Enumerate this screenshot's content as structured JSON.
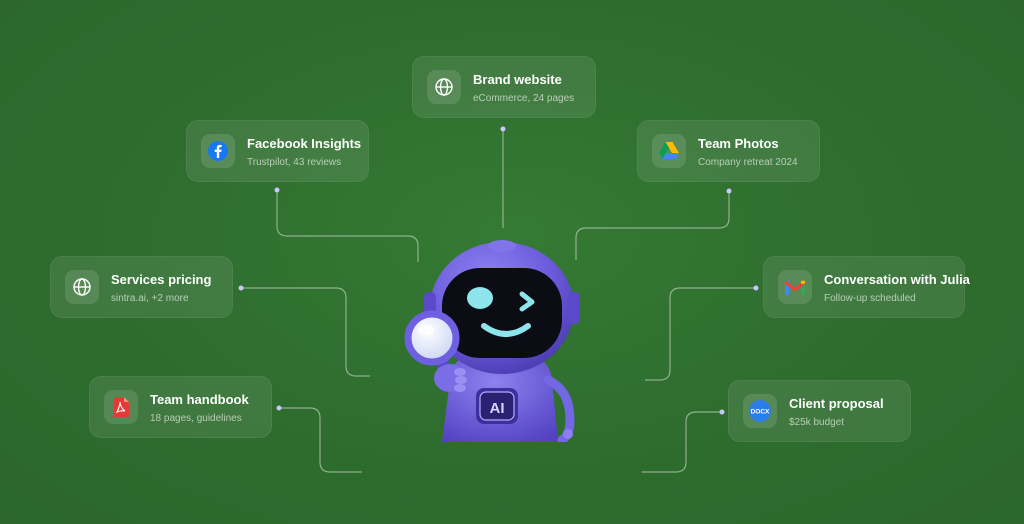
{
  "cards": {
    "brand": {
      "title": "Brand website",
      "subtitle": "eCommerce, 24 pages",
      "icon": "globe-icon"
    },
    "facebook": {
      "title": "Facebook Insights",
      "subtitle": "Trustpilot, 43 reviews",
      "icon": "facebook-icon"
    },
    "photos": {
      "title": "Team Photos",
      "subtitle": "Company retreat 2024",
      "icon": "google-drive-icon"
    },
    "pricing": {
      "title": "Services pricing",
      "subtitle": "sintra.ai, +2 more",
      "icon": "globe-icon"
    },
    "julia": {
      "title": "Conversation with Julia",
      "subtitle": "Follow-up scheduled",
      "icon": "gmail-icon"
    },
    "handbook": {
      "title": "Team handbook",
      "subtitle": "18 pages, guidelines",
      "icon": "pdf-icon"
    },
    "proposal": {
      "title": "Client proposal",
      "subtitle": "$25k budget",
      "icon": "docx-icon"
    }
  },
  "robot": {
    "badge": "AI"
  },
  "docx_badge": "DOCX",
  "colors": {
    "background": "#2f6f2f",
    "connector": "#c8d8c8",
    "robot": "#6a5ad8"
  }
}
